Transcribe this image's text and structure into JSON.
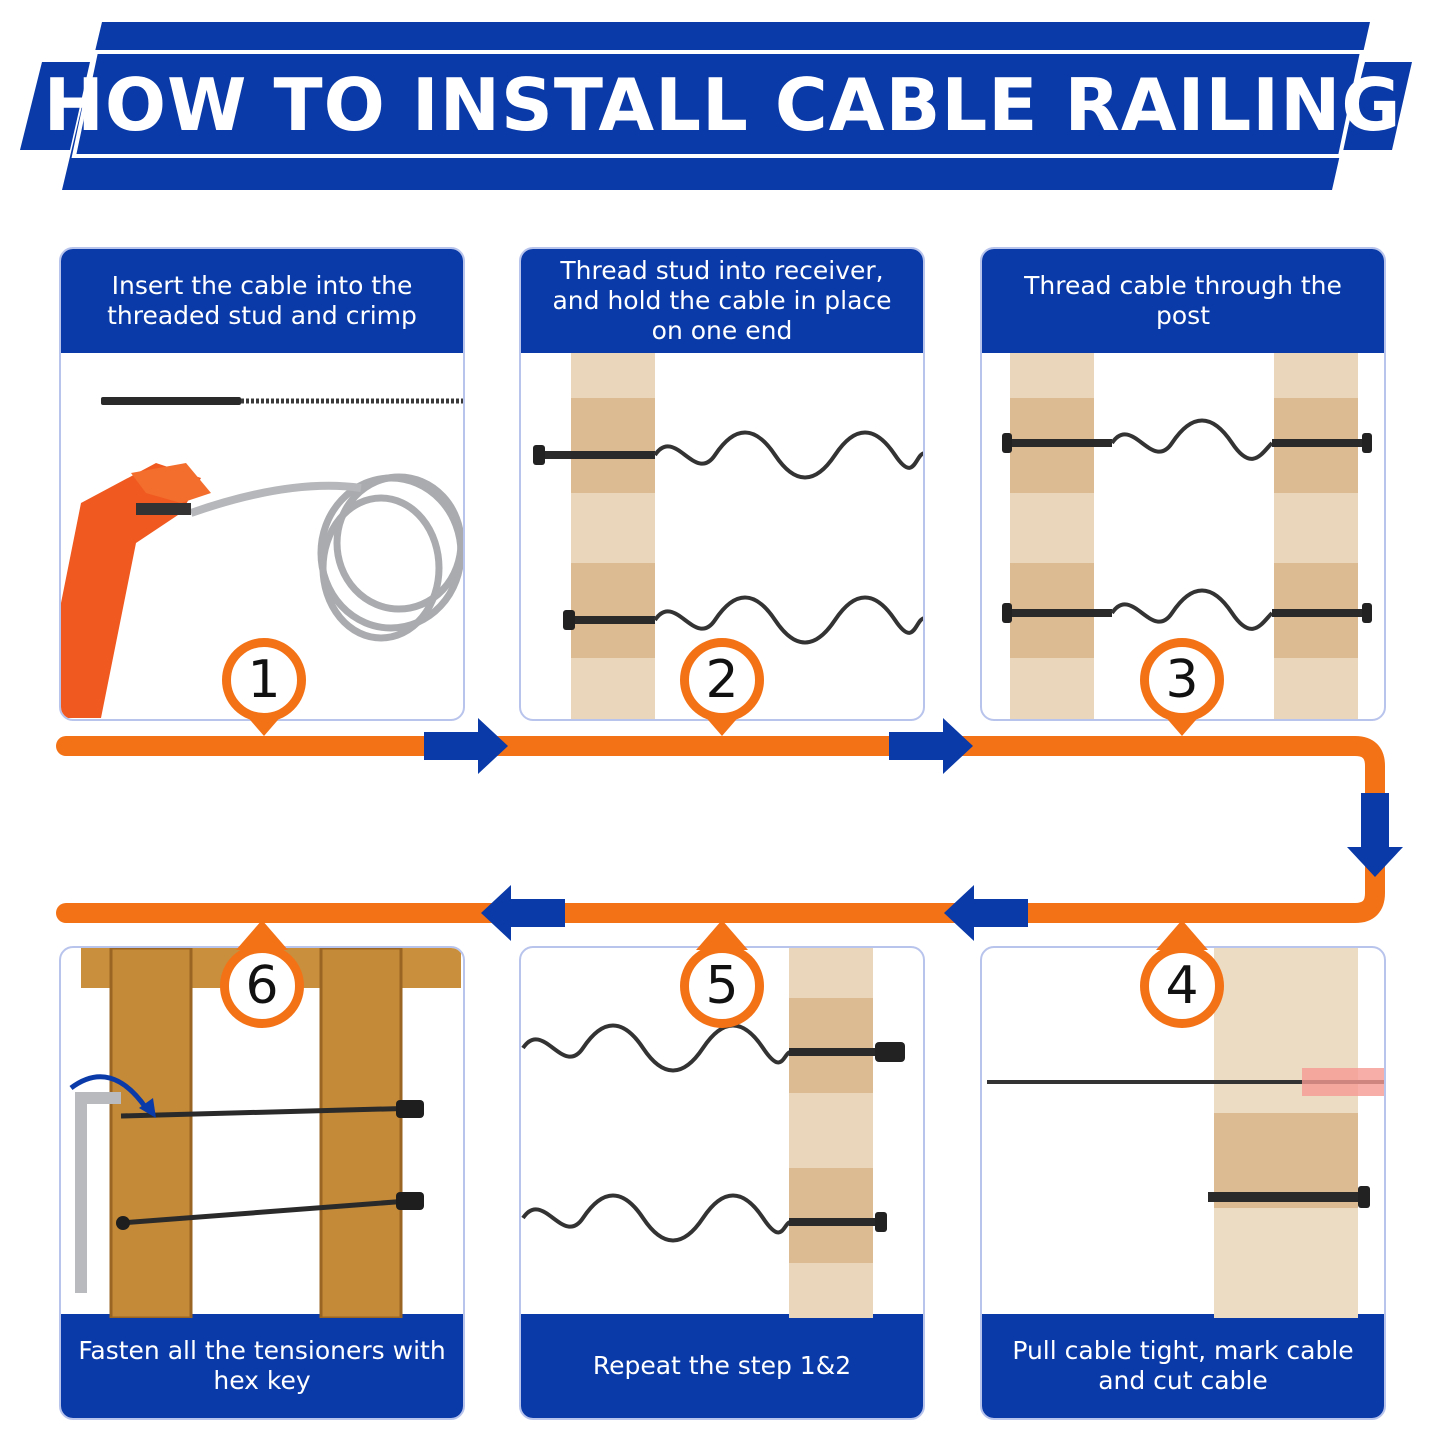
{
  "header": {
    "title": "HOW TO INSTALL CABLE RAILING"
  },
  "colors": {
    "brand_blue": "#0a3aa8",
    "accent_orange": "#f47216",
    "wood": "#e8d2b4"
  },
  "steps": [
    {
      "number": "1",
      "text": "Insert the cable into the threaded stud and crimp",
      "icon": "crimp-tool-and-cable-icon"
    },
    {
      "number": "2",
      "text": "Thread stud into receiver, and hold the cable in place on one end",
      "icon": "post-with-studs-icon"
    },
    {
      "number": "3",
      "text": "Thread cable through the post",
      "icon": "two-posts-cables-icon"
    },
    {
      "number": "4",
      "text": "Pull cable tight, mark cable and cut cable",
      "icon": "post-marked-cable-icon"
    },
    {
      "number": "5",
      "text": "Repeat the step 1&2",
      "icon": "post-repeat-icon"
    },
    {
      "number": "6",
      "text": "Fasten all the tensioners with hex key",
      "icon": "hex-key-posts-icon"
    }
  ]
}
